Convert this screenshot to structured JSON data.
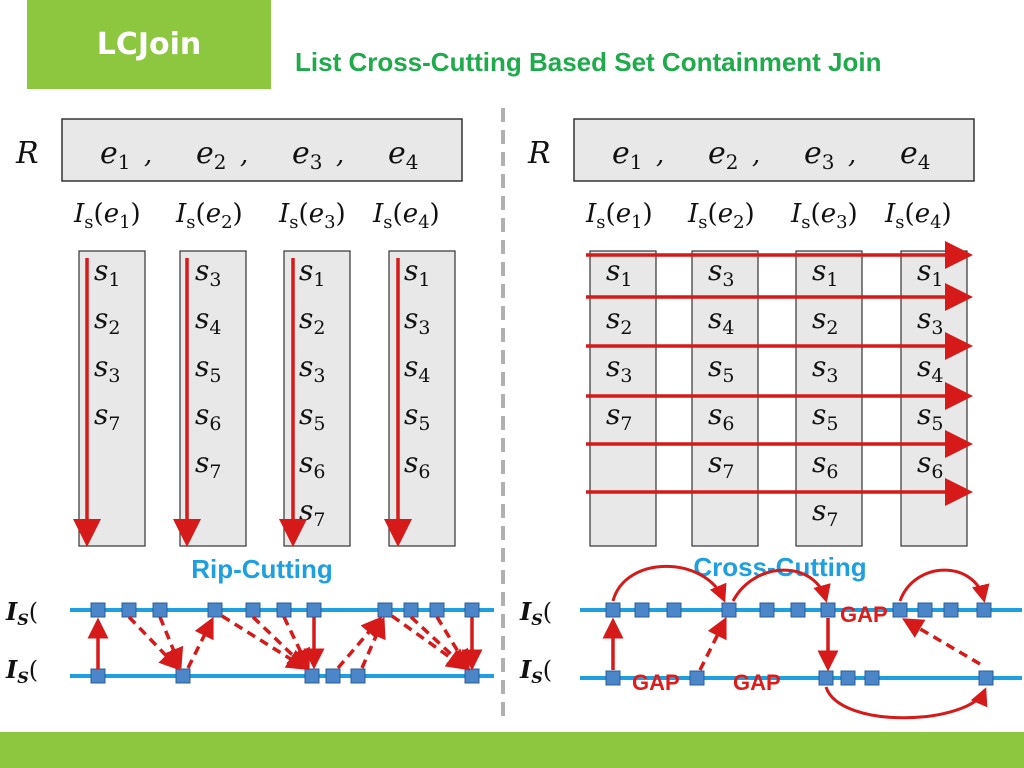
{
  "header": {
    "badge": "LCJoin",
    "title": "List Cross-Cutting Based Set Containment Join"
  },
  "left": {
    "r_label": "R",
    "record": [
      {
        "b": "e",
        "s": "1"
      },
      {
        "b": "e",
        "s": "2"
      },
      {
        "b": "e",
        "s": "3"
      },
      {
        "b": "e",
        "s": "4"
      }
    ],
    "list_headers": [
      "e1",
      "e2",
      "e3",
      "e4"
    ],
    "lists": [
      [
        "1",
        "2",
        "3",
        "7"
      ],
      [
        "3",
        "4",
        "5",
        "6",
        "7"
      ],
      [
        "1",
        "2",
        "3",
        "5",
        "6",
        "7"
      ],
      [
        "1",
        "3",
        "4",
        "5",
        "6"
      ]
    ],
    "caption": "Rip-Cutting",
    "row_label": "I",
    "row_sub": "S",
    "row_paren": "("
  },
  "right": {
    "r_label": "R",
    "record": [
      {
        "b": "e",
        "s": "1"
      },
      {
        "b": "e",
        "s": "2"
      },
      {
        "b": "e",
        "s": "3"
      },
      {
        "b": "e",
        "s": "4"
      }
    ],
    "list_headers": [
      "e1",
      "e2",
      "e3",
      "e4"
    ],
    "lists": [
      [
        "1",
        "2",
        "3",
        "7"
      ],
      [
        "3",
        "4",
        "5",
        "6",
        "7"
      ],
      [
        "1",
        "2",
        "3",
        "5",
        "6",
        "7"
      ],
      [
        "1",
        "3",
        "4",
        "5",
        "6"
      ]
    ],
    "caption": "Cross-Cutting",
    "gap_label": "GAP",
    "row_label": "I",
    "row_sub": "S",
    "row_paren": "("
  },
  "colors": {
    "green": "#8dc63f",
    "title_green": "#1faa4c",
    "blue": "#1ea0e0",
    "red": "#d61a1a",
    "node": "#4a86c8"
  }
}
